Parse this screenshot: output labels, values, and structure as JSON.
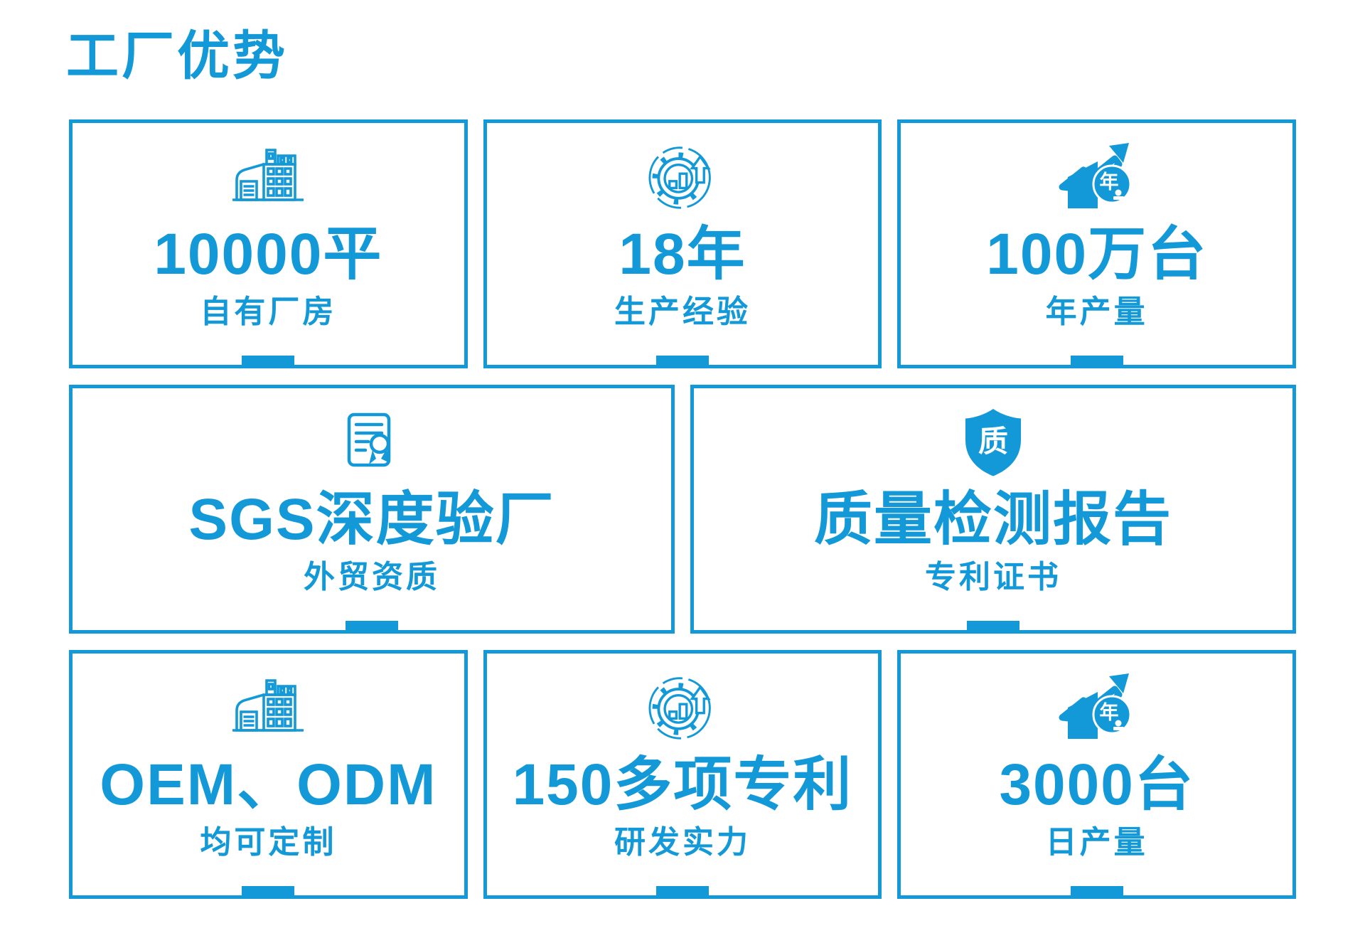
{
  "page": {
    "title": "工厂优势"
  },
  "colors": {
    "accent": "#1499d8"
  },
  "cards": [
    {
      "icon": "factory-icon",
      "value": "10000平",
      "label": "自有厂房"
    },
    {
      "icon": "gear-chart-icon",
      "value": "18年",
      "label": "生产经验"
    },
    {
      "icon": "growth-chart-icon",
      "value": "100万台",
      "label": "年产量",
      "badge_char": "年"
    },
    {
      "icon": "certificate-icon",
      "value": "SGS深度验厂",
      "label": "外贸资质"
    },
    {
      "icon": "quality-shield-icon",
      "value": "质量检测报告",
      "label": "专利证书",
      "shield_char": "质"
    },
    {
      "icon": "factory-icon",
      "value": "OEM、ODM",
      "label": "均可定制"
    },
    {
      "icon": "gear-chart-icon",
      "value": "150多项专利",
      "label": "研发实力"
    },
    {
      "icon": "growth-chart-icon",
      "value": "3000台",
      "label": "日产量",
      "badge_char": "年"
    }
  ]
}
